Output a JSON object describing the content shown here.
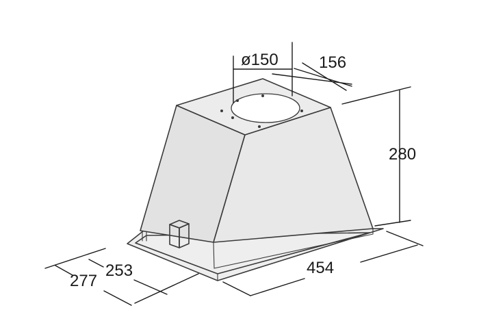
{
  "dimensions": {
    "duct_diameter": "ø150",
    "top_depth": "156",
    "height": "280",
    "width": "454",
    "depth_outer": "277",
    "depth_inner": "253"
  },
  "colors": {
    "line": "#3a3a3a",
    "dimension": "#1a1a1a",
    "background": "#ffffff"
  }
}
